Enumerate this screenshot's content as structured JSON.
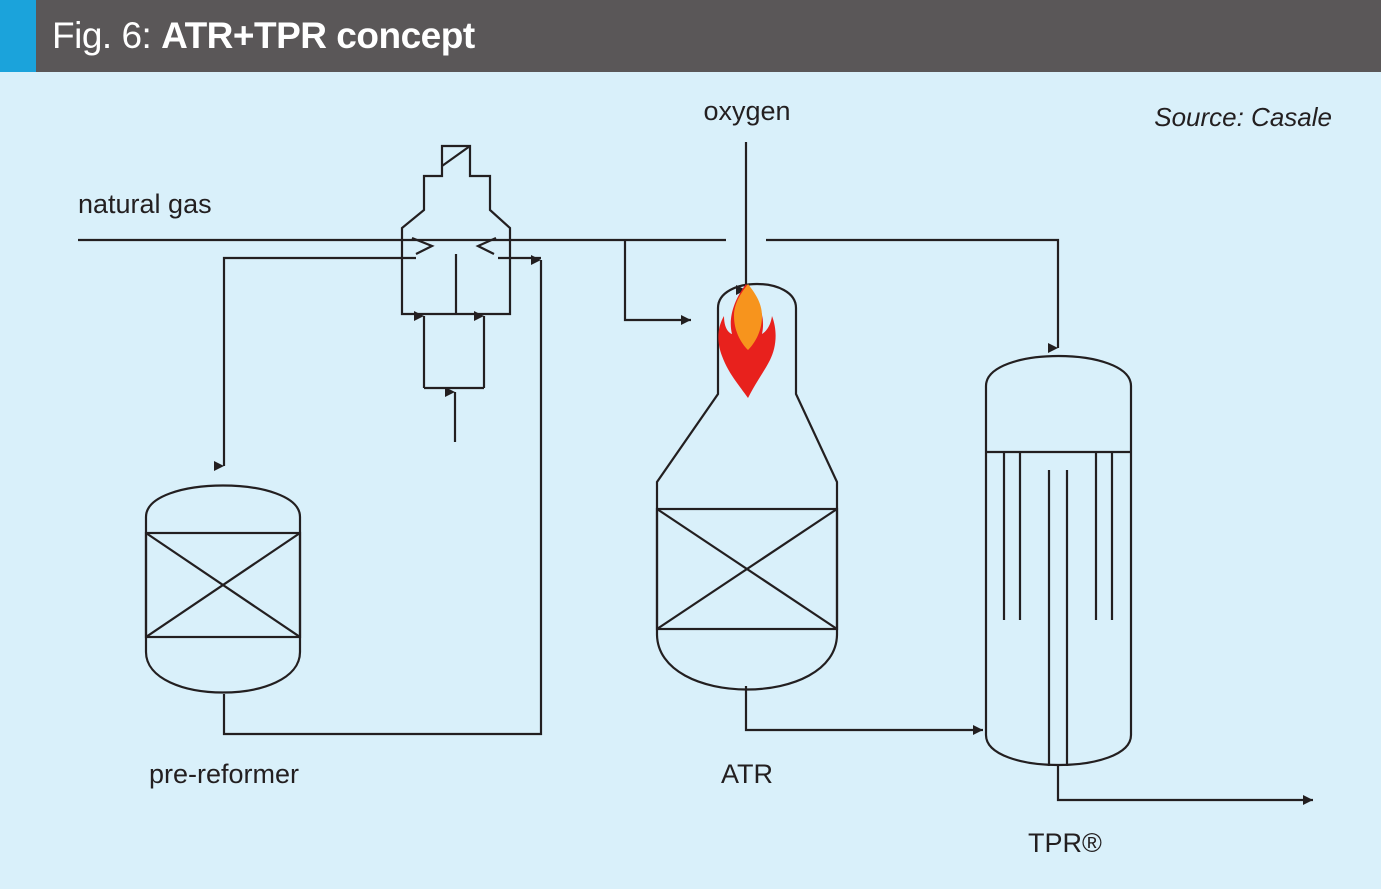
{
  "header": {
    "fig_prefix": "Fig. 6: ",
    "title": "ATR+TPR concept"
  },
  "source": "Source: Casale",
  "labels": {
    "natural_gas": "natural gas",
    "oxygen": "oxygen",
    "pre_reformer": "pre-reformer",
    "atr": "ATR",
    "tpr": "TPR®"
  },
  "colors": {
    "header_bg": "#5a5758",
    "accent": "#1ba3db",
    "background": "#d9f0fa",
    "flame_outer": "#e8211d",
    "flame_inner": "#f7941d"
  }
}
